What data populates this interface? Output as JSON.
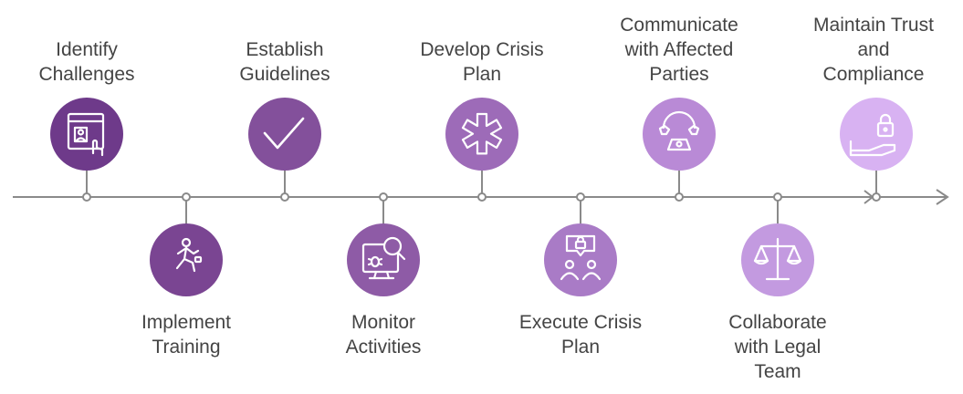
{
  "steps": [
    {
      "id": "identify",
      "lines": [
        "Identify",
        "Challenges"
      ],
      "icon": "identity-card-icon",
      "color": "#6e3a8a"
    },
    {
      "id": "implement",
      "lines": [
        "Implement",
        "Training"
      ],
      "icon": "training-figure-icon",
      "color": "#7a4592"
    },
    {
      "id": "establish",
      "lines": [
        "Establish",
        "Guidelines"
      ],
      "icon": "checkmark-icon",
      "color": "#83509b"
    },
    {
      "id": "monitor",
      "lines": [
        "Monitor",
        "Activities"
      ],
      "icon": "bug-search-icon",
      "color": "#8e5ba6"
    },
    {
      "id": "develop",
      "lines": [
        "Develop Crisis",
        "Plan"
      ],
      "icon": "medical-star-icon",
      "color": "#9d6bb8"
    },
    {
      "id": "execute",
      "lines": [
        "Execute Crisis",
        "Plan"
      ],
      "icon": "locked-team-icon",
      "color": "#a97bc6"
    },
    {
      "id": "communicate",
      "lines": [
        "Communicate",
        "with Affected",
        "Parties"
      ],
      "icon": "phone-icon",
      "color": "#b98ad6"
    },
    {
      "id": "collaborate",
      "lines": [
        "Collaborate",
        "with Legal",
        "Team"
      ],
      "icon": "scales-icon",
      "color": "#c39ae0"
    },
    {
      "id": "maintain",
      "lines": [
        "Maintain Trust",
        "and",
        "Compliance"
      ],
      "icon": "lock-shoe-icon",
      "color": "#d8b2f2"
    }
  ],
  "colors": {
    "axis": "#8a8a8a",
    "text": "#444444",
    "icon_stroke": "#ffffff"
  }
}
